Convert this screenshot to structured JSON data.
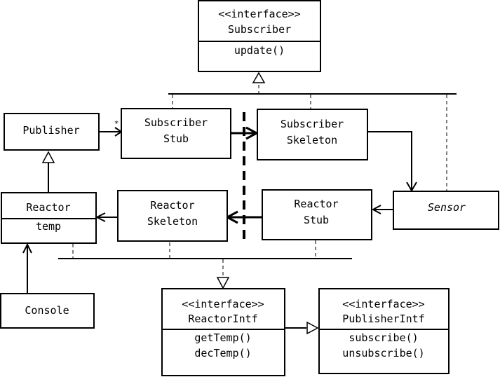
{
  "classes": {
    "subscriber_interface": {
      "stereotype": "<<interface>>",
      "name": "Subscriber",
      "methods": [
        "update()"
      ]
    },
    "publisher": {
      "name": "Publisher"
    },
    "subscriber_stub": {
      "name_line1": "Subscriber",
      "name_line2": "Stub"
    },
    "subscriber_skeleton": {
      "name_line1": "Subscriber",
      "name_line2": "Skeleton"
    },
    "reactor": {
      "name": "Reactor",
      "attribute": "temp"
    },
    "reactor_skeleton": {
      "name_line1": "Reactor",
      "name_line2": "Skeleton"
    },
    "reactor_stub": {
      "name_line1": "Reactor",
      "name_line2": "Stub"
    },
    "sensor": {
      "name": "Sensor"
    },
    "console": {
      "name": "Console"
    },
    "reactor_intf": {
      "stereotype": "<<interface>>",
      "name": "ReactorIntf",
      "methods": [
        "getTemp()",
        "decTemp()"
      ]
    },
    "publisher_intf": {
      "stereotype": "<<interface>>",
      "name": "PublisherIntf",
      "methods": [
        "subscribe()",
        "unsubscribe()"
      ]
    }
  },
  "multiplicity": {
    "publisher_to_stub": "*"
  }
}
